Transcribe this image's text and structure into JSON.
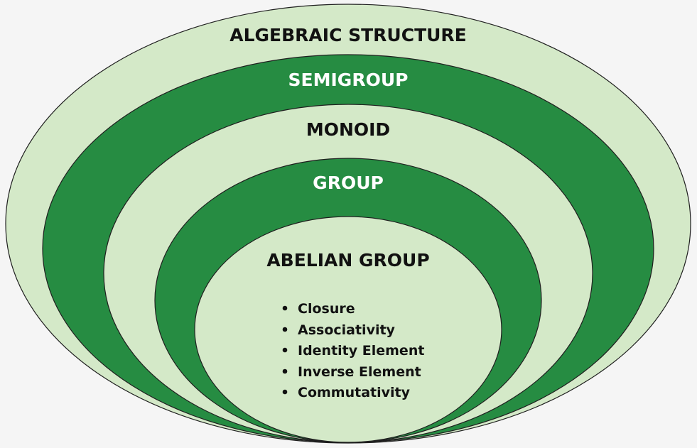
{
  "colors": {
    "background": "#f5f5f5",
    "light_fill": "#d4e9c8",
    "dark_fill": "#268c42",
    "outline": "#1f1f1f",
    "dark_text": "#111111",
    "light_text": "#ffffff"
  },
  "layers": [
    {
      "label": "ALGEBRAIC STRUCTURE",
      "fill": "light"
    },
    {
      "label": "SEMIGROUP",
      "fill": "dark"
    },
    {
      "label": "MONOID",
      "fill": "light"
    },
    {
      "label": "GROUP",
      "fill": "dark"
    },
    {
      "label": "ABELIAN GROUP",
      "fill": "light"
    }
  ],
  "properties": [
    "Closure",
    "Associativity",
    "Identity Element",
    "Inverse Element",
    "Commutativity"
  ]
}
